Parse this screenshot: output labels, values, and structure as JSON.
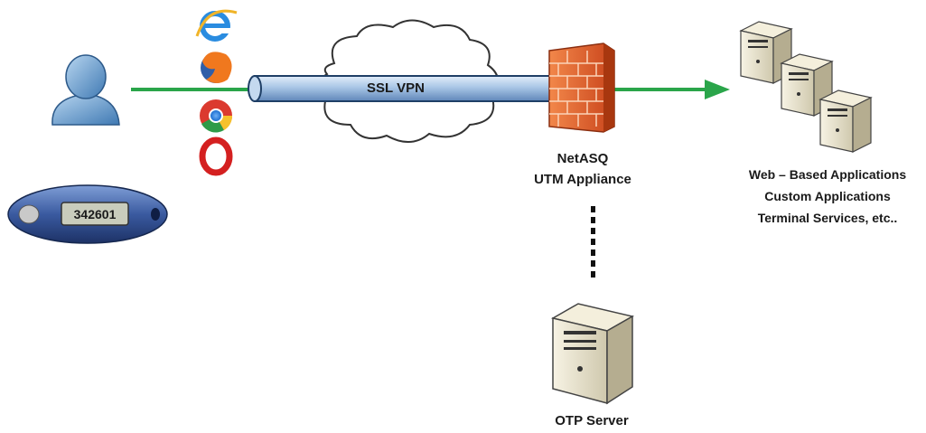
{
  "diagram": {
    "tunnel_label": "SSL VPN",
    "token_display": "342601",
    "firewall_label": [
      "NetASQ",
      "UTM Appliance"
    ],
    "apps_label": [
      "Web – Based Applications",
      "Custom Applications",
      "Terminal Services, etc.."
    ],
    "otp_label": "OTP Server",
    "browsers": [
      "internet-explorer-icon",
      "firefox-icon",
      "chrome-icon",
      "opera-icon"
    ],
    "colors": {
      "connection_line": "#2aa54a",
      "tunnel": "#a9c6e6",
      "tunnel_stroke": "#1f3f66",
      "firewall": "#e8622a",
      "token": "#3a5aa0",
      "user": "#7aaed8",
      "server": "#e8e2cc"
    }
  }
}
